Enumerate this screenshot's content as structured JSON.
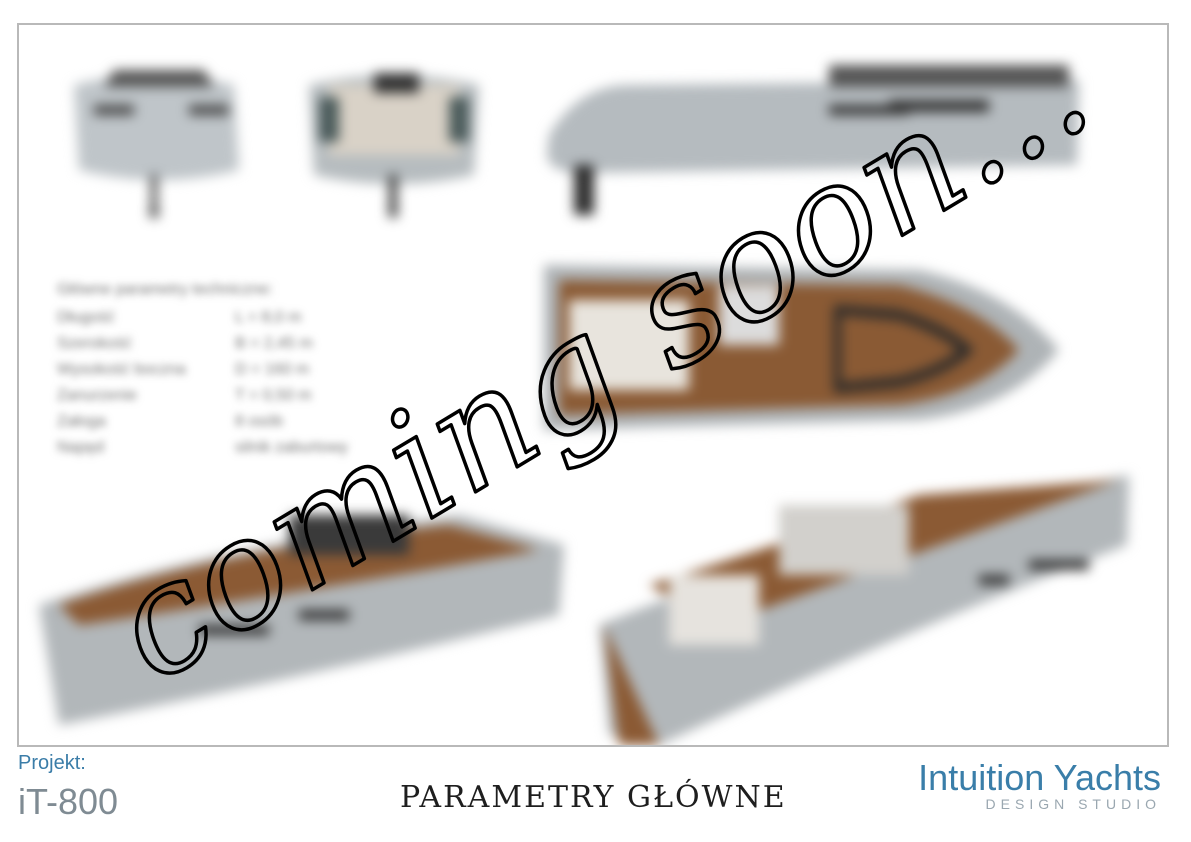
{
  "params": {
    "title": "Główne parametry techniczne:",
    "rows": [
      {
        "k": "Długość",
        "v": "L = 8,0 m"
      },
      {
        "k": "Szerokość",
        "v": "B = 2,45 m"
      },
      {
        "k": "Wysokość boczna",
        "v": "D = 160 m"
      },
      {
        "k": "Zanurzenie",
        "v": "T = 0,50 m"
      },
      {
        "k": "Załoga",
        "v": "8 osób"
      },
      {
        "k": "Napęd",
        "v": "silnik zaburtowy"
      }
    ]
  },
  "overlay": {
    "text": "coming soon..."
  },
  "footer": {
    "label": "Projekt:",
    "code": "iT-800",
    "title": "PARAMETRY GŁÓWNE",
    "brand": "Intuition Yachts",
    "brand_sub": "DESIGN STUDIO"
  }
}
